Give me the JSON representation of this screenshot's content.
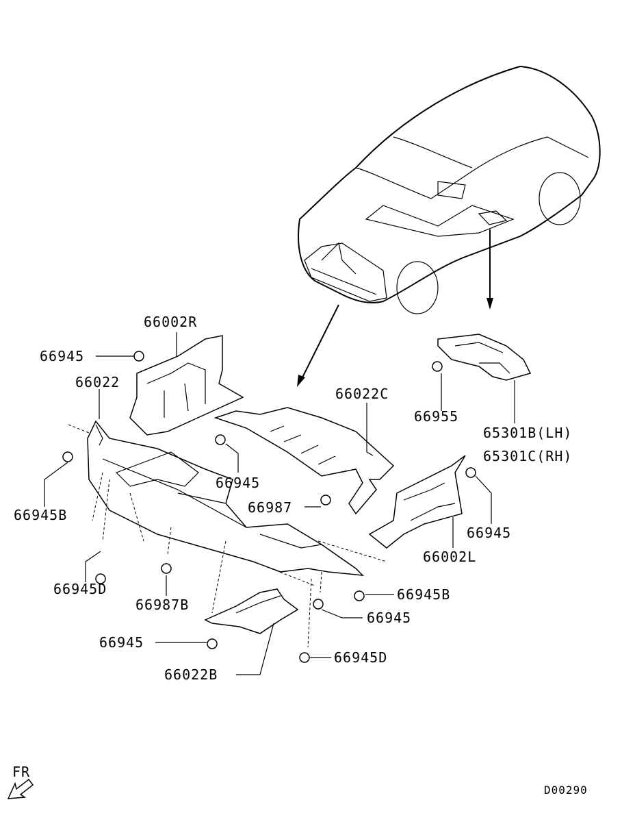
{
  "labels": {
    "p66002R": "66002R",
    "p66945_a": "66945",
    "p66022": "66022",
    "p66022C": "66022C",
    "p66955": "66955",
    "p65301B": "65301B(LH)",
    "p65301C": "65301C(RH)",
    "p66945_b": "66945",
    "p66945B_a": "66945B",
    "p66987": "66987",
    "p66945_c": "66945",
    "p66945D_a": "66945D",
    "p66002L": "66002L",
    "p66987B": "66987B",
    "p66945B_b": "66945B",
    "p66945_d": "66945",
    "p66945_e": "66945",
    "p66022B": "66022B",
    "p66945D_b": "66945D",
    "fr": "FR",
    "code": "D00290"
  }
}
